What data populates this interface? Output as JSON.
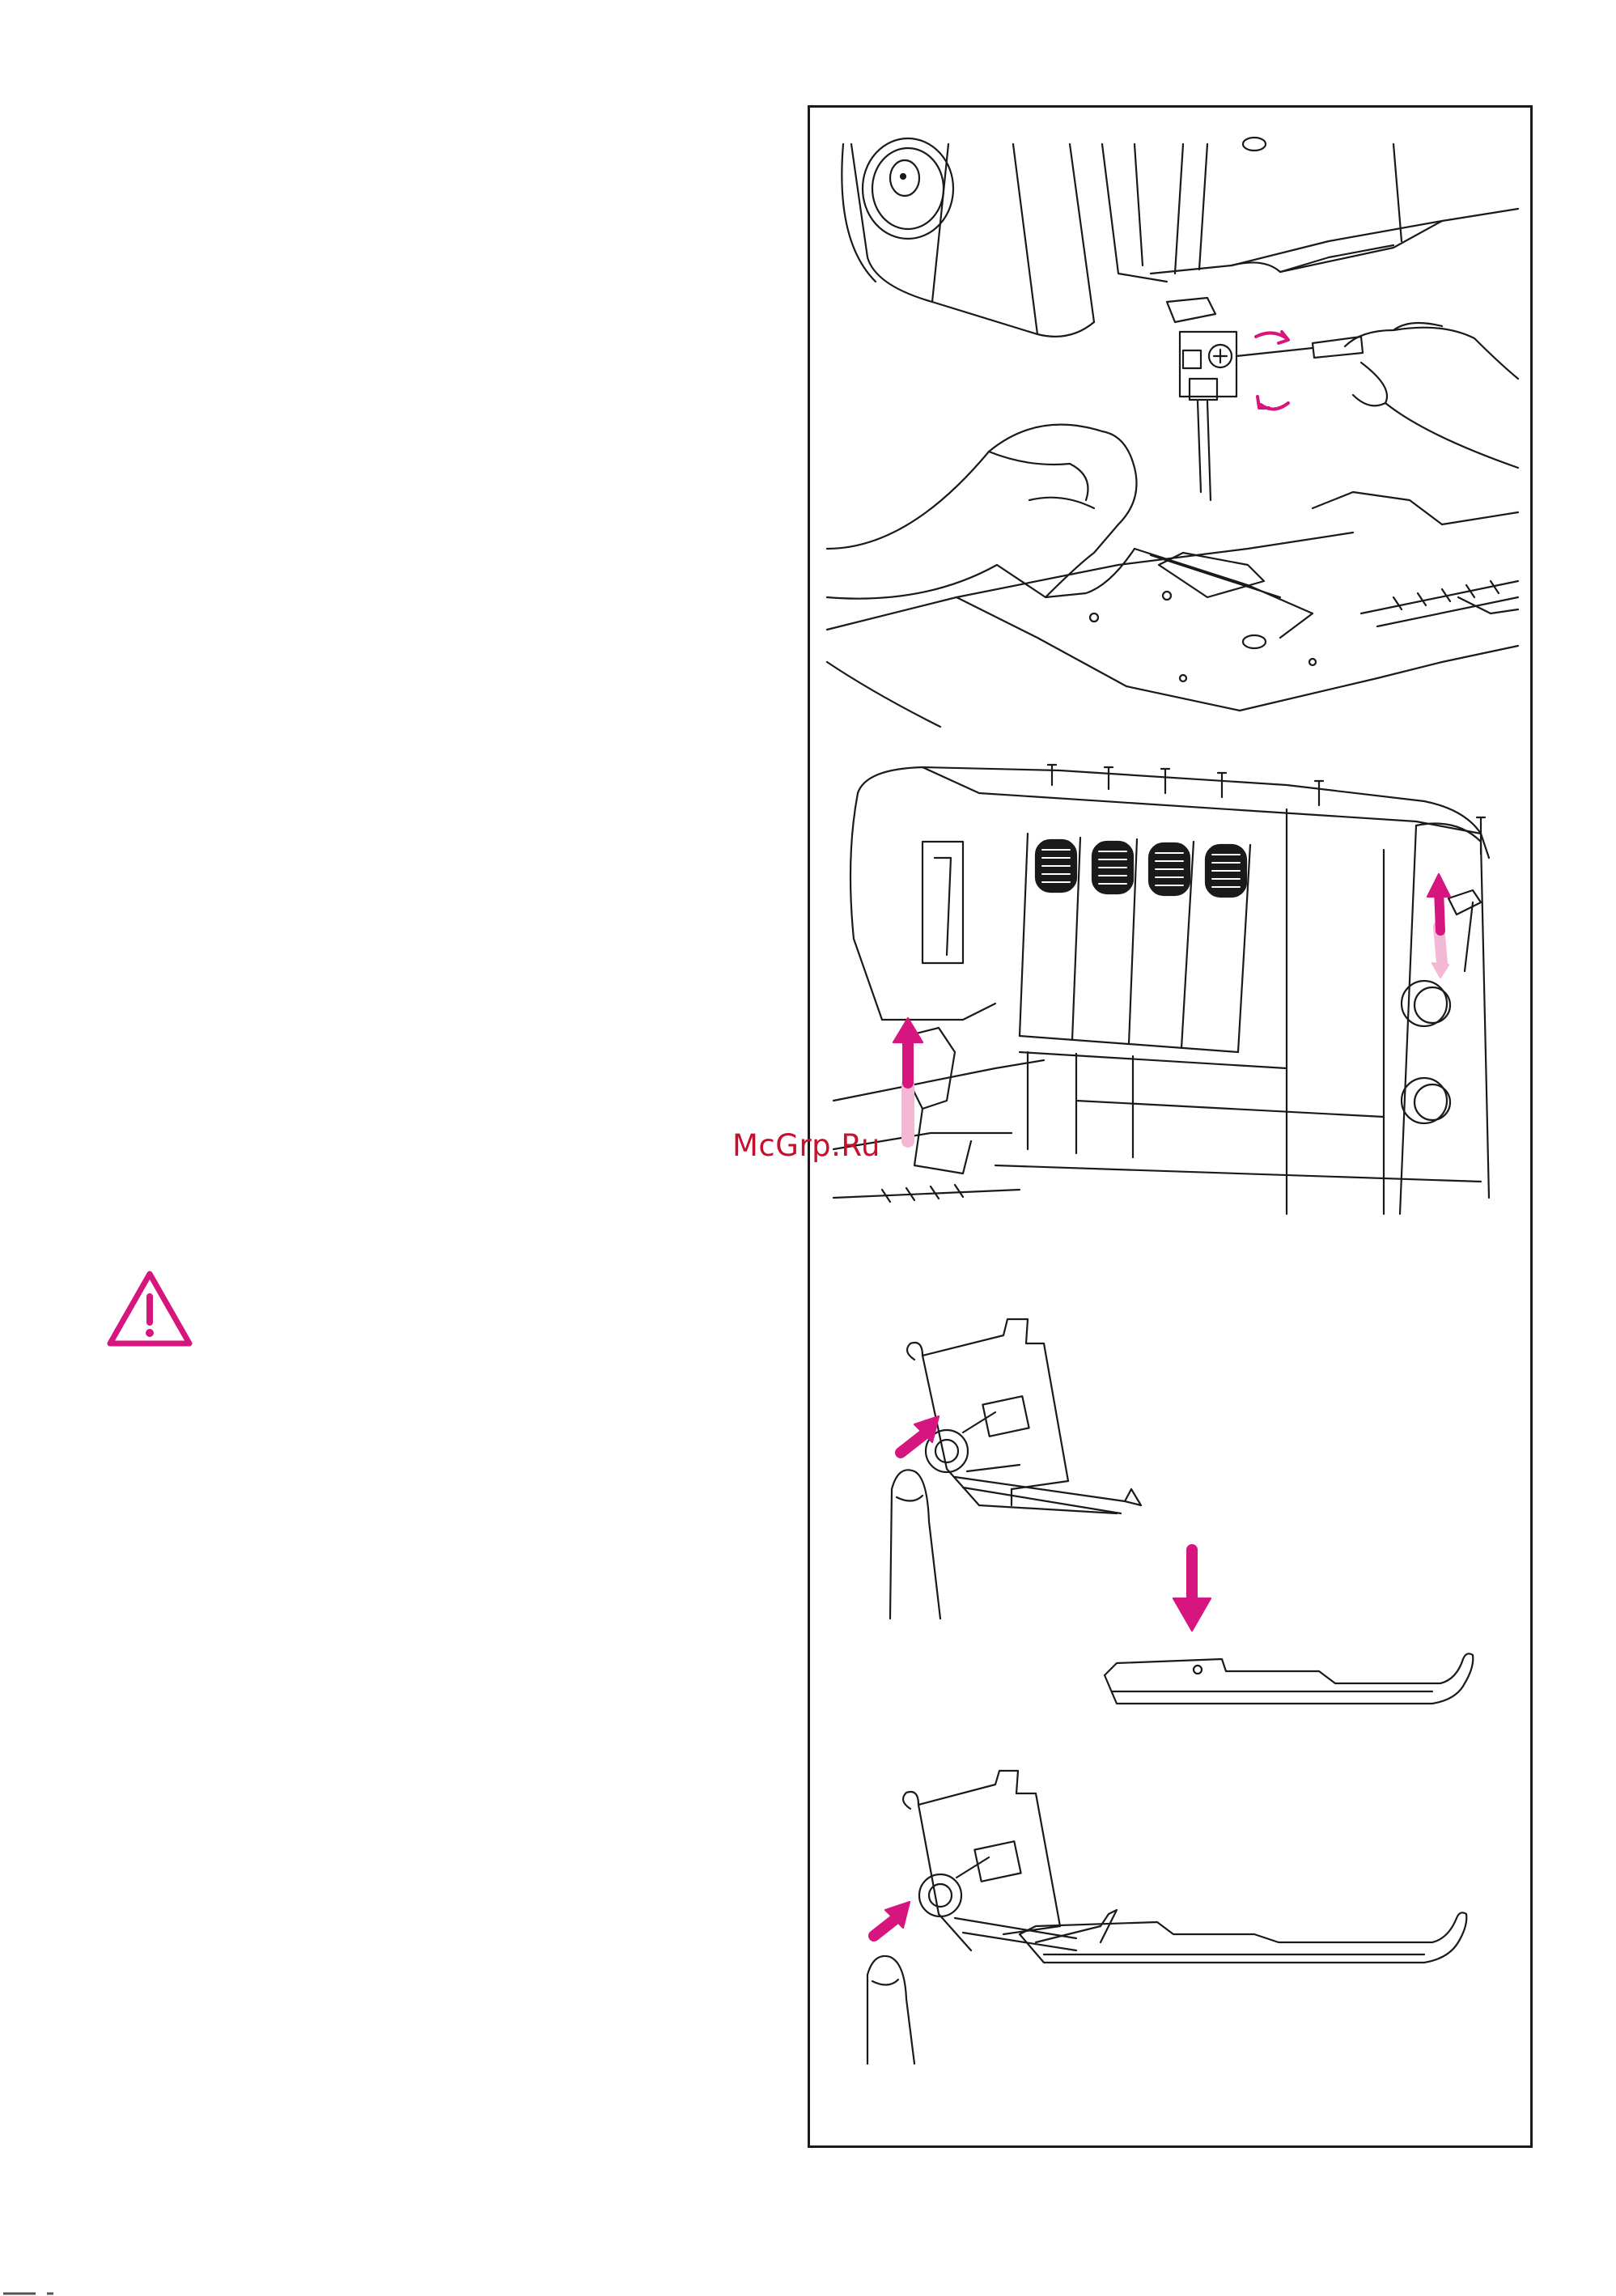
{
  "watermark": {
    "text": "McGrp.Ru"
  },
  "colors": {
    "accent": "#d6157f",
    "accent_light": "#f2b8d4",
    "line": "#1a1a1a",
    "watermark": "#c8102e"
  },
  "icons": {
    "warning": "warning-triangle-icon",
    "arrow": "magenta-arrow-icon"
  },
  "figures": [
    {
      "name": "needle-removal-illustration"
    },
    {
      "name": "presser-foot-lift-illustration"
    },
    {
      "name": "presser-foot-attachment-illustration"
    }
  ]
}
